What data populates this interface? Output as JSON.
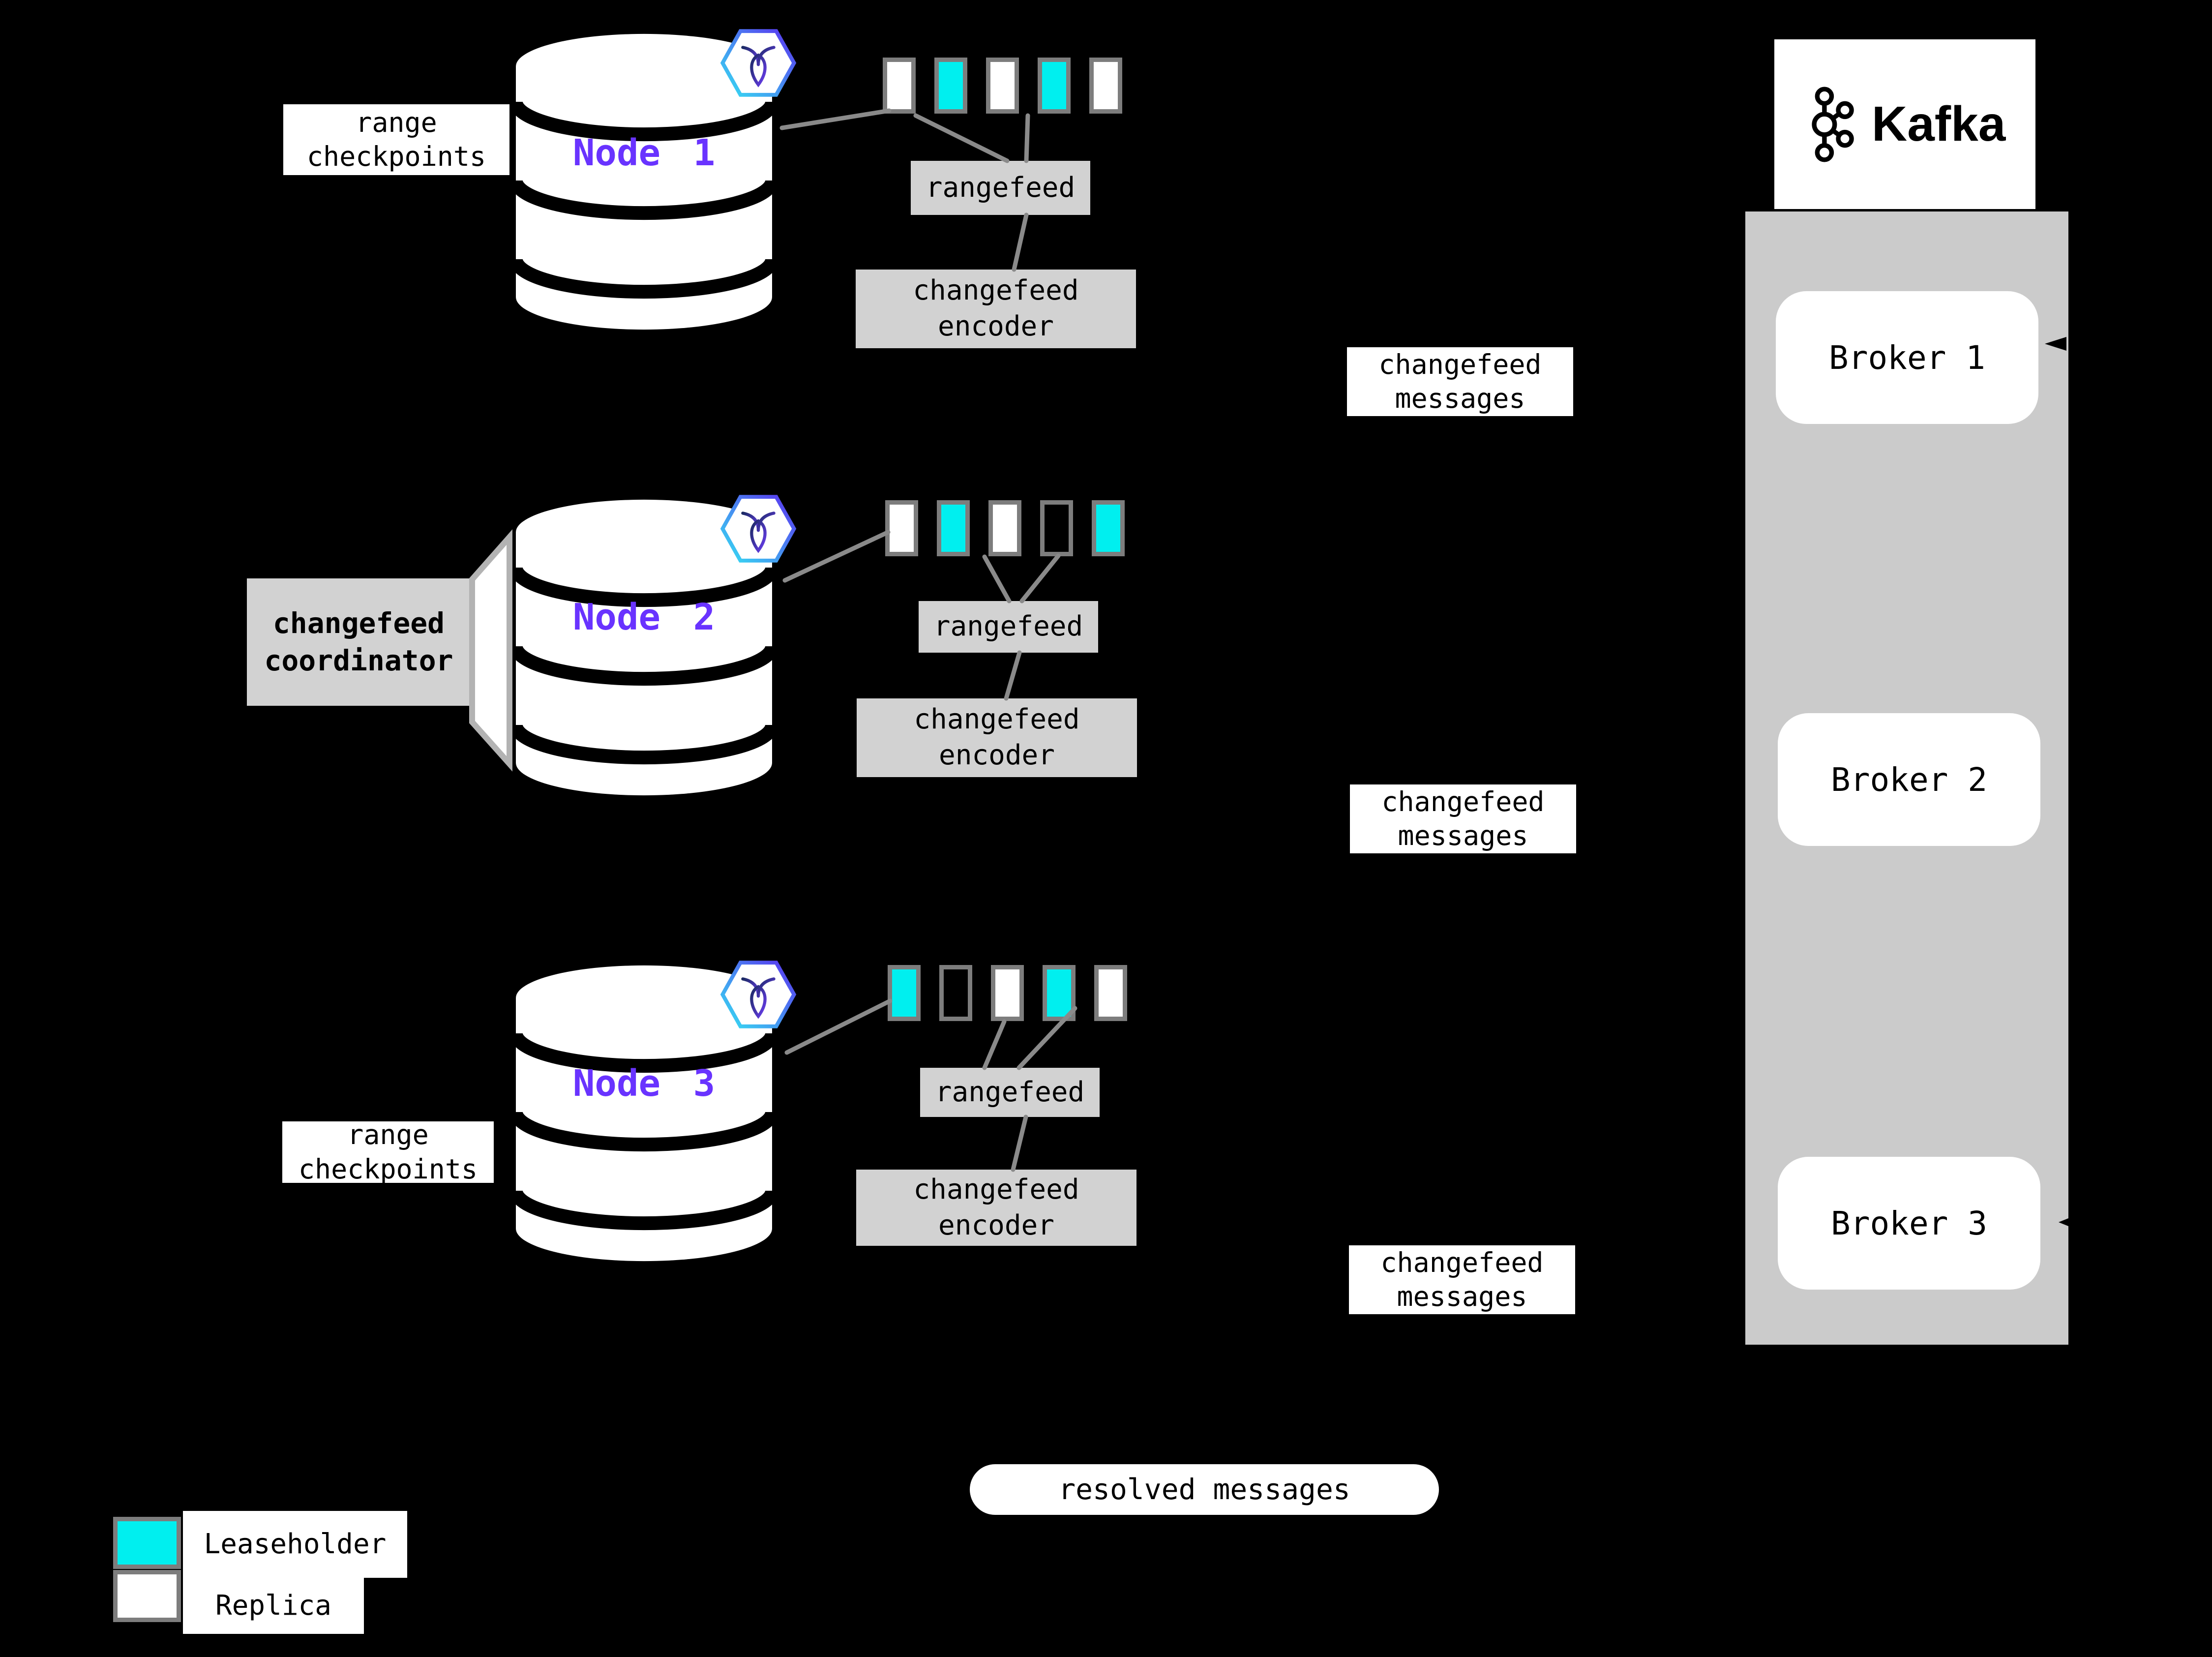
{
  "colors": {
    "background": "#000000",
    "leaseholder": "#00efef",
    "replica": "#ffffff",
    "node_label": "#6933ff",
    "panel_gray": "#cbcbcb",
    "box_gray": "#d2d2d2",
    "line_gray": "#8a8a8a",
    "border_gray": "#7d7d7d"
  },
  "nodes": [
    {
      "label": "Node 1",
      "rangefeed": "rangefeed",
      "encoder": "changefeed encoder",
      "messages": "changefeed messages",
      "ranges": [
        "replica",
        "leaseholder",
        "replica",
        "leaseholder",
        "replica"
      ]
    },
    {
      "label": "Node 2",
      "rangefeed": "rangefeed",
      "encoder": "changefeed encoder",
      "messages": "changefeed messages",
      "ranges": [
        "replica",
        "leaseholder",
        "replica",
        "empty",
        "leaseholder"
      ]
    },
    {
      "label": "Node 3",
      "rangefeed": "rangefeed",
      "encoder": "changefeed encoder",
      "messages": "changefeed messages",
      "ranges": [
        "leaseholder",
        "empty",
        "replica",
        "leaseholder",
        "replica"
      ]
    }
  ],
  "annotations": {
    "range_checkpoints_top": "range checkpoints",
    "range_checkpoints_bottom": "range checkpoints",
    "coordinator": "changefeed coordinator",
    "resolved": "resolved messages"
  },
  "kafka": {
    "title": "Kafka",
    "brokers": [
      {
        "label": "Broker 1"
      },
      {
        "label": "Broker 2"
      },
      {
        "label": "Broker 3"
      }
    ]
  },
  "legend": {
    "leaseholder_label": "Leaseholder",
    "replica_label": "Replica"
  }
}
